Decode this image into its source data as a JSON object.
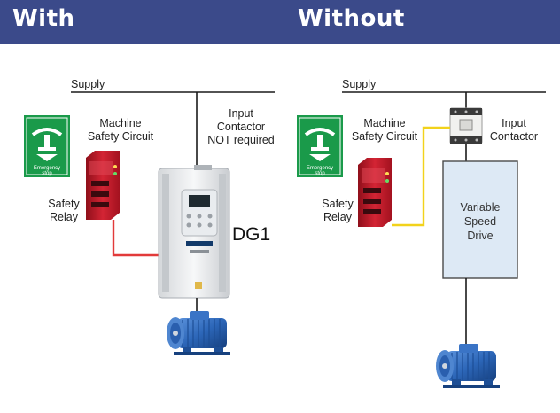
{
  "header": {
    "with_label": "With",
    "without_label": "Without"
  },
  "left_panel": {
    "supply_label": "Supply",
    "machine_safety_circuit": [
      "Machine",
      "Safety Circuit"
    ],
    "input_contactor_note": [
      "Input",
      "Contactor",
      "NOT required"
    ],
    "safety_relay": [
      "Safety",
      "Relay"
    ],
    "drive_label": "DG1",
    "emergency_sign": [
      "Emergency",
      "stop"
    ]
  },
  "right_panel": {
    "supply_label": "Supply",
    "machine_safety_circuit": [
      "Machine",
      "Safety Circuit"
    ],
    "input_contactor": [
      "Input",
      "Contactor"
    ],
    "safety_relay": [
      "Safety",
      "Relay"
    ],
    "drive_label": [
      "Variable",
      "Speed",
      "Drive"
    ],
    "emergency_sign": [
      "Emergency",
      "stop"
    ]
  },
  "colors": {
    "header_band": "#3b4a8a",
    "signal_wire_left": "#e23a3a",
    "signal_wire_right": "#f2d21b",
    "power_line": "#1a1a1a",
    "emergency_sign": "#1a9a4a",
    "safety_relay": "#c21a2a",
    "vsd_fill": "#dde9f5",
    "motor": "#2c66b8"
  },
  "icons": [
    "emergency-stop-sign-icon",
    "safety-relay-icon",
    "dg1-drive-icon",
    "contactor-icon",
    "electric-motor-icon"
  ]
}
